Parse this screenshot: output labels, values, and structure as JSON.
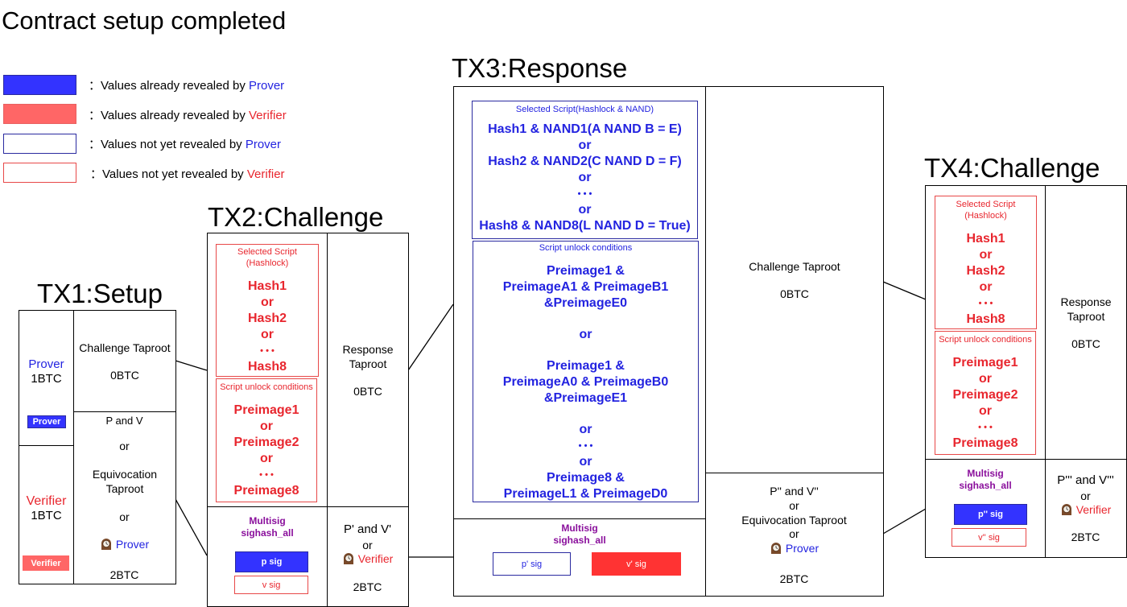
{
  "page": {
    "title": "Contract setup completed"
  },
  "colors": {
    "prover_blue": "#2323e0",
    "verifier_red": "#e8262e",
    "prover_fill": "#3333ff",
    "verifier_fill_light": "#ff6666",
    "verifier_fill_strong": "#ff3333",
    "multisig_purple": "#8a0f9c"
  },
  "legend": [
    {
      "swatch": "filled-blue",
      "text": "：Values already revealed by ",
      "party": "Prover"
    },
    {
      "swatch": "filled-red",
      "text": "：Values already revealed by ",
      "party": "Verifier"
    },
    {
      "swatch": "outline-blue",
      "text": "：Values not yet revealed by ",
      "party": "Prover"
    },
    {
      "swatch": "outline-red",
      "text": "：Values not yet revealed by ",
      "party": "Verifier"
    }
  ],
  "tx1": {
    "title": "TX1:Setup",
    "inputs": [
      {
        "party": "Prover",
        "amount": "1BTC",
        "badge": "Prover"
      },
      {
        "party": "Verifier",
        "amount": "1BTC",
        "badge": "Verifier"
      }
    ],
    "outputs": [
      {
        "label": "Challenge Taproot",
        "amount": "0BTC"
      },
      {
        "line1": "P  and V",
        "or1": "or",
        "line2": "Equivocation Taproot",
        "or2": "or",
        "timelock_party": "Prover",
        "amount": "2BTC"
      }
    ]
  },
  "tx2": {
    "title": "TX2:Challenge",
    "selected_script": {
      "header": "Selected Script (Hashlock)",
      "lines": [
        "Hash1",
        "or",
        "Hash2",
        "or",
        "• • •",
        "Hash8"
      ]
    },
    "unlock": {
      "header": "Script unlock conditions",
      "lines": [
        "Preimage1",
        "or",
        "Preimage2",
        "or",
        "• • •",
        "Preimage8"
      ]
    },
    "multisig": {
      "line1": "Multisig",
      "line2": "sighash_all",
      "p_sig": "p sig",
      "v_sig": "v sig"
    },
    "outputs": [
      {
        "label": "Response Taproot",
        "amount": "0BTC"
      },
      {
        "line1": "P' and V'",
        "or1": "or",
        "timelock_party": "Verifier",
        "amount": "2BTC"
      }
    ]
  },
  "tx3": {
    "title": "TX3:Response",
    "selected_script": {
      "header": "Selected Script(Hashlock & NAND)",
      "lines": [
        "Hash1 & NAND1(A NAND B = E)",
        "or",
        "Hash2 & NAND2(C NAND D = F)",
        "or",
        "• • •",
        "or",
        "Hash8 & NAND8(L NAND D = True)"
      ]
    },
    "unlock": {
      "header": "Script unlock conditions",
      "groups": [
        [
          "Preimage1 &",
          "PreimageA1 & PreimageB1",
          "&PreimageE0"
        ],
        [
          "or"
        ],
        [
          "Preimage1 &",
          "PreimageA0 & PreimageB0",
          "&PreimageE1"
        ],
        [
          "or",
          "• • •",
          "or"
        ],
        [
          "Preimage8 &",
          "PreimageL1 & PreimageD0"
        ]
      ]
    },
    "multisig": {
      "line1": "Multisig",
      "line2": "sighash_all",
      "p_sig": "p' sig",
      "v_sig": "v' sig"
    },
    "outputs": [
      {
        "label": "Challenge Taproot",
        "amount": "0BTC"
      },
      {
        "line1": "P'' and V''",
        "or1": "or",
        "line2": "Equivocation Taproot",
        "or2": "or",
        "timelock_party": "Prover",
        "amount": "2BTC"
      }
    ]
  },
  "tx4": {
    "title": "TX4:Challenge",
    "selected_script": {
      "header": "Selected Script (Hashlock)",
      "lines": [
        "Hash1",
        "or",
        "Hash2",
        "or",
        "• • •",
        "Hash8"
      ]
    },
    "unlock": {
      "header": "Script unlock conditions",
      "lines": [
        "Preimage1",
        "or",
        "Preimage2",
        "or",
        "• • •",
        "Preimage8"
      ]
    },
    "multisig": {
      "line1": "Multisig",
      "line2": "sighash_all",
      "p_sig": "p'' sig",
      "v_sig": "v'' sig"
    },
    "outputs": [
      {
        "label": "Response Taproot",
        "amount": "0BTC"
      },
      {
        "line1": "P''' and V'''",
        "or1": "or",
        "timelock_party": "Verifier",
        "amount": "2BTC"
      }
    ]
  }
}
